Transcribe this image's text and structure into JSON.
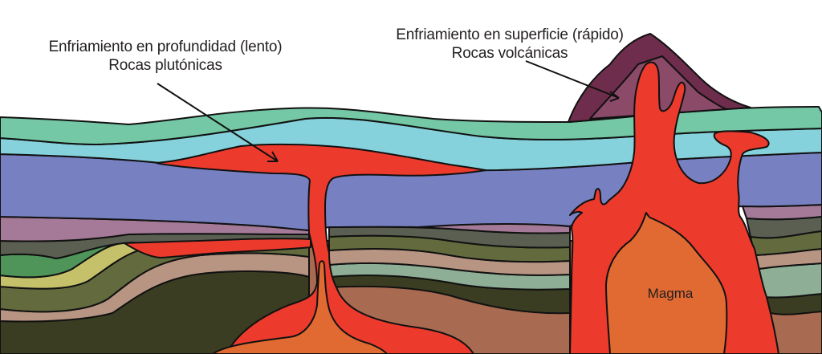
{
  "labels": {
    "plutonic": {
      "line1": "Enfriamiento en profundidad (lento)",
      "line2": "Rocas plutónicas"
    },
    "volcanic": {
      "line1": "Enfriamiento en superficie (rápido)",
      "line2": "Rocas volcánicas"
    },
    "magma": "Magma"
  },
  "colors": {
    "layer_teal_green": "#74c8a6",
    "layer_light_cyan": "#86d2dc",
    "layer_periwinkle": "#7780c0",
    "layer_mauve": "#a47a98",
    "layer_dark_gray_green": "#5a5f52",
    "layer_olive": "#636b3e",
    "layer_yellow_olive": "#c5c16a",
    "layer_green": "#4f9458",
    "layer_tan": "#b89582",
    "layer_sage": "#8fae96",
    "layer_dark_olive": "#3a3d21",
    "layer_brown": "#a86a50",
    "magma_red": "#ec3a2c",
    "magma_orange": "#e06a32",
    "volcano_outer": "#6e2d4c",
    "volcano_inner": "#8a4a68"
  }
}
